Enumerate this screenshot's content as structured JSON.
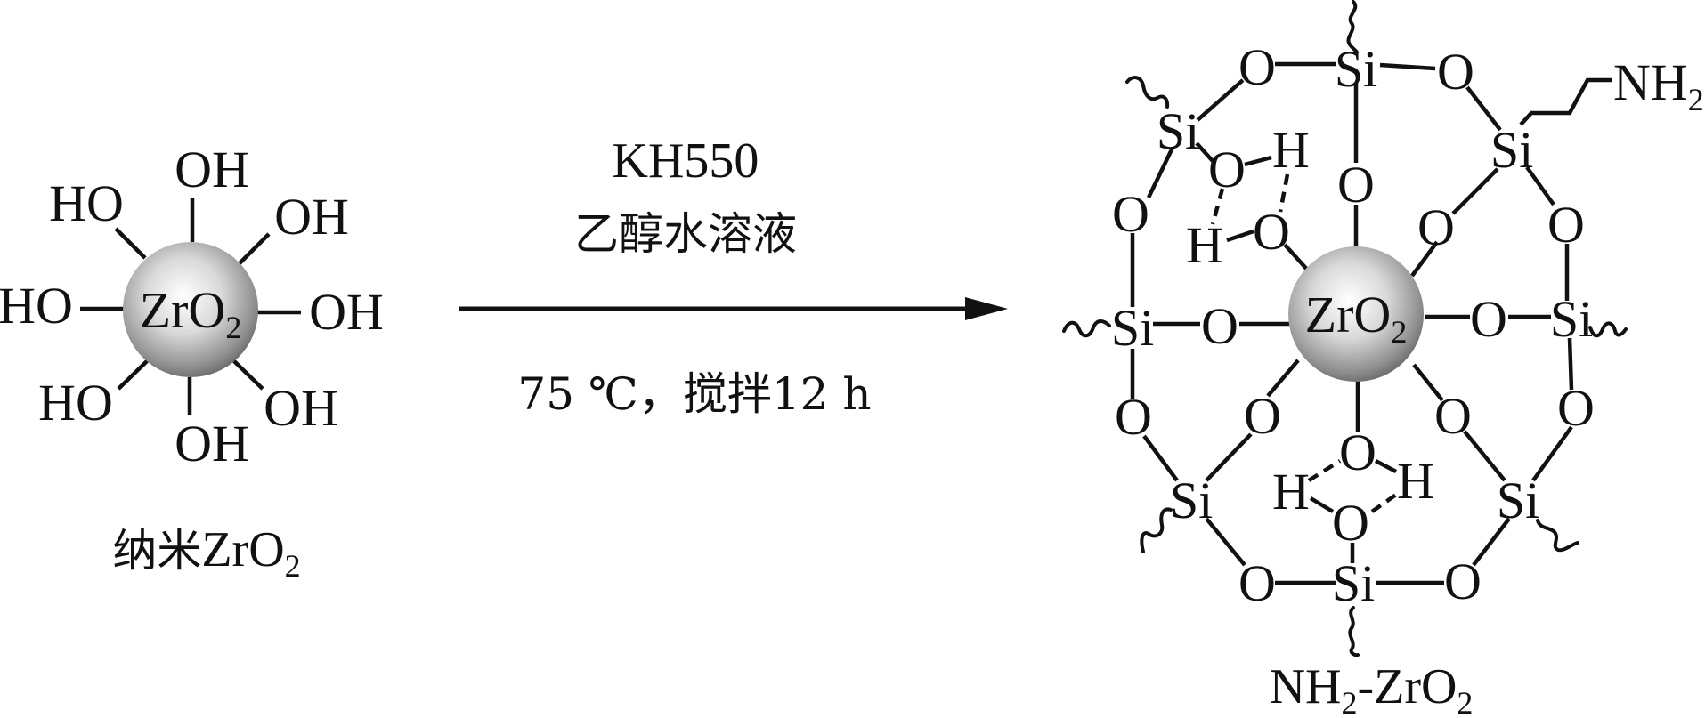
{
  "reactant": {
    "core_label": "ZrO",
    "core_sub": "2",
    "groups": [
      {
        "text": "OH",
        "position": "top"
      },
      {
        "text": "HO",
        "position": "upper-left"
      },
      {
        "text": "OH",
        "position": "upper-right"
      },
      {
        "text": "HO",
        "position": "left"
      },
      {
        "text": "OH",
        "position": "right"
      },
      {
        "text": "HO",
        "position": "lower-left"
      },
      {
        "text": "OH",
        "position": "lower-right"
      },
      {
        "text": "OH",
        "position": "bottom"
      }
    ],
    "caption_cn": "纳米",
    "caption_formula": "ZrO",
    "caption_sub": "2"
  },
  "reaction": {
    "reagent": "KH550",
    "solvent": "乙醇水溶液",
    "conditions": "75 ℃，搅拌12 h"
  },
  "product": {
    "core_label": "ZrO",
    "core_sub": "2",
    "amine": "NH",
    "amine_sub": "2",
    "si": "Si",
    "o": "O",
    "h": "H",
    "caption_a": "NH",
    "caption_a_sub": "2",
    "caption_b": "-ZrO",
    "caption_b_sub": "2"
  },
  "colors": {
    "ink": "#111111",
    "sphere_light": "#ffffff",
    "sphere_mid": "#c8c8c8",
    "sphere_dark": "#6e6e6e"
  }
}
